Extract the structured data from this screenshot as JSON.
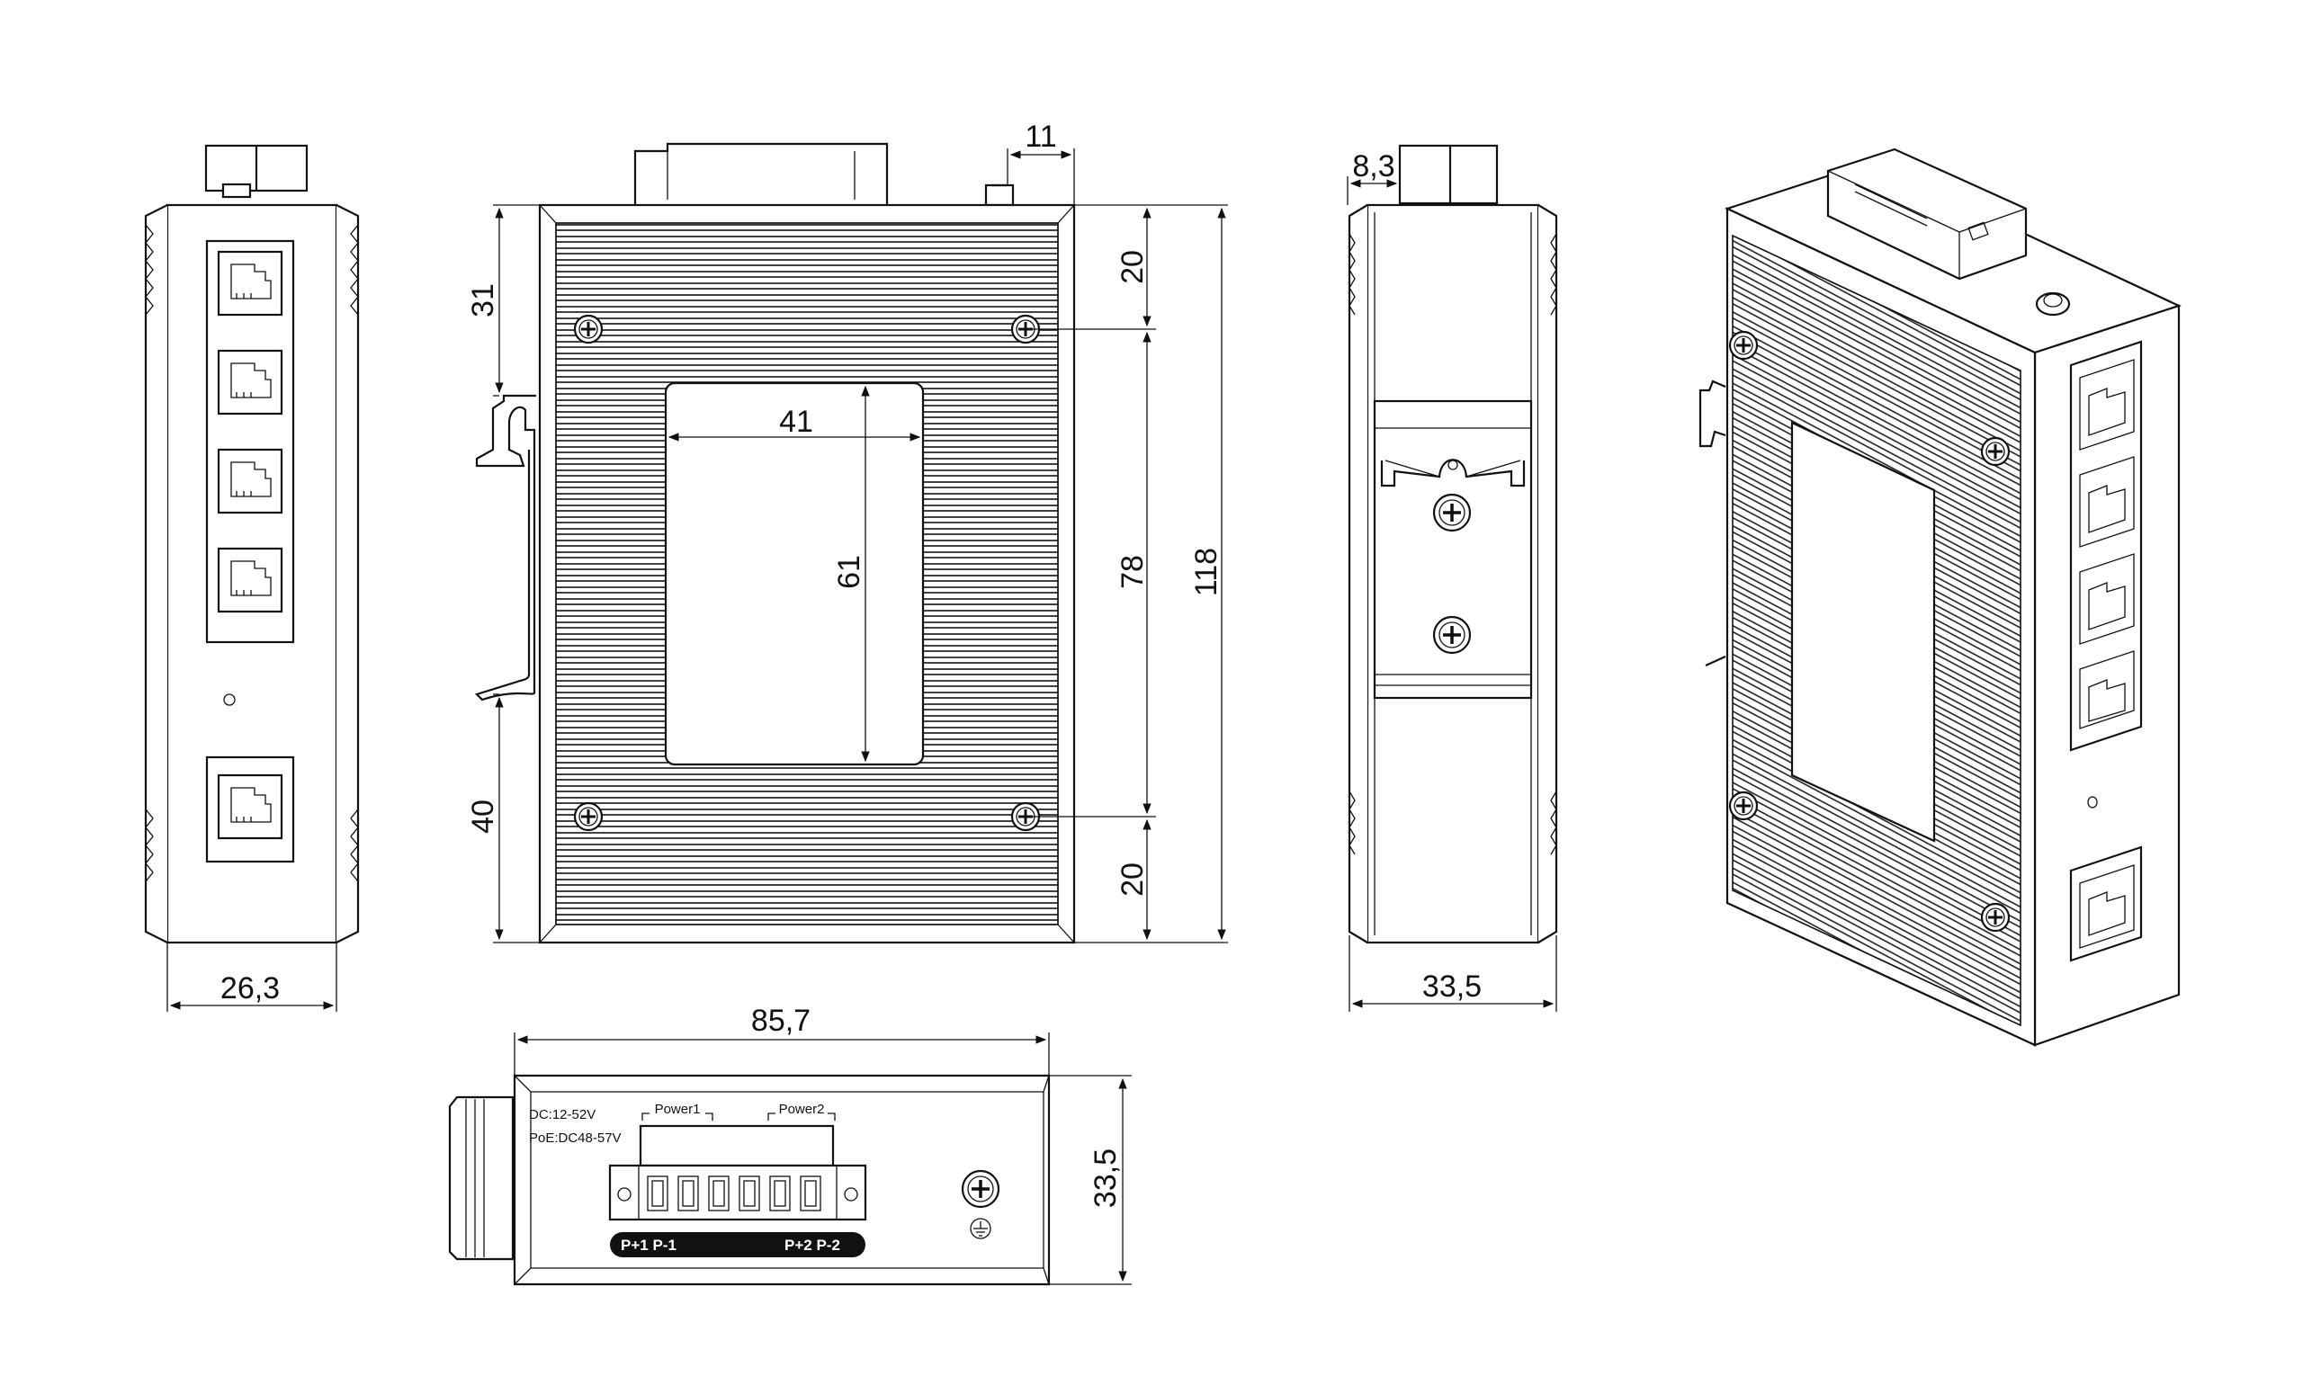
{
  "dimensions": {
    "top_width": "11",
    "top_margin_31": "31",
    "bottom_margin_40": "40",
    "window_width": "41",
    "window_height": "61",
    "right_upper_20": "20",
    "right_mid_78": "78",
    "right_lower_20": "20",
    "total_height": "118",
    "left_width": "26,3",
    "side_top_offset": "8,3",
    "side_width": "33,5",
    "bottom_length": "85,7",
    "bottom_depth": "33,5"
  },
  "labels": {
    "dc_range": "DC:12-52V",
    "poe_range": "PoE:DC48-57V",
    "power1": "Power1",
    "power2": "Power2",
    "terminal_left": "P+1  P-1",
    "terminal_right": "P+2  P-2"
  }
}
